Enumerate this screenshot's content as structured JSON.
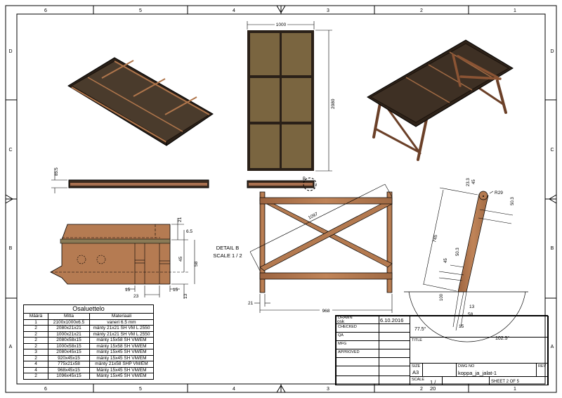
{
  "frame": {
    "zones_columns": [
      "6",
      "5",
      "4",
      "3",
      "2",
      "1"
    ],
    "zones_rows": [
      "D",
      "C",
      "B",
      "A"
    ]
  },
  "views": {
    "top_view": {
      "width_dim": "1000",
      "length_dim": "2080"
    },
    "side_view": {
      "height_dim": "85.5"
    },
    "detail_callout": "B",
    "front_view": {
      "diagonal_dim": "1097",
      "leg_dim": "21",
      "width_dim": "968",
      "detail_label": "DETAIL  B",
      "detail_scale": "SCALE 1 / 2"
    },
    "detail_section": {
      "dims": [
        "21",
        "6.5",
        "45",
        "58",
        "13",
        "15",
        "23",
        "15"
      ]
    },
    "leg_detail": {
      "dims": [
        "23.3",
        "45",
        "R29",
        "50.3",
        "745",
        "50.3",
        "45",
        "100",
        "13",
        "58",
        "15"
      ],
      "angles": [
        "77.5°",
        "102.5°"
      ]
    }
  },
  "parts_list": {
    "title": "Osaluettelo",
    "headers": [
      "Määrä",
      "Mitta",
      "Materiaali"
    ],
    "rows": [
      [
        "1",
        "2100x1000x6.5",
        "vaneri 6.5 mm"
      ],
      [
        "2",
        "2080x21x21",
        "mänty 21x21 SH VM L 2550"
      ],
      [
        "2",
        "1000x21x21",
        "mänty 21x21 SH VM L 2550"
      ],
      [
        "2",
        "2080x58x15",
        "mänty 15x58 SH VM/EM"
      ],
      [
        "2",
        "1000x58x15",
        "mänty 15x58 SH VM/EM"
      ],
      [
        "3",
        "2080x45x15",
        "mänty 15x45 SH VM/EM"
      ],
      [
        "2",
        "920x45x15",
        "mänty 15x45 SH VM/EM"
      ],
      [
        "4",
        "775x21x58",
        "mänty 21x58 SHP VM/EM"
      ],
      [
        "4",
        "968x45x15",
        "Mänty 15x45 SH VM/EM"
      ],
      [
        "2",
        "1096x45x15",
        "Mänty 15x45 SH VM/EM"
      ]
    ]
  },
  "title_block": {
    "drawn_label": "DRAWN",
    "drawn_by": "osk",
    "drawn_date": "6.10.2016",
    "checked_label": "CHECKED",
    "qa_label": "QA",
    "mfg_label": "MFG",
    "approved_label": "APPROVED",
    "title_label": "TITLE",
    "size_label": "SIZE",
    "size": "A3",
    "dwg_no_label": "DWG NO",
    "dwg_no": "koppa_ja_jalat-1",
    "rev_label": "REV",
    "scale_label": "SCALE",
    "scale": "1 / 20",
    "sheet": "SHEET 2  OF 5"
  },
  "colors": {
    "wood": "#b0764c",
    "plywood": "#4a3b2c",
    "ply_top": "#6b5638"
  }
}
